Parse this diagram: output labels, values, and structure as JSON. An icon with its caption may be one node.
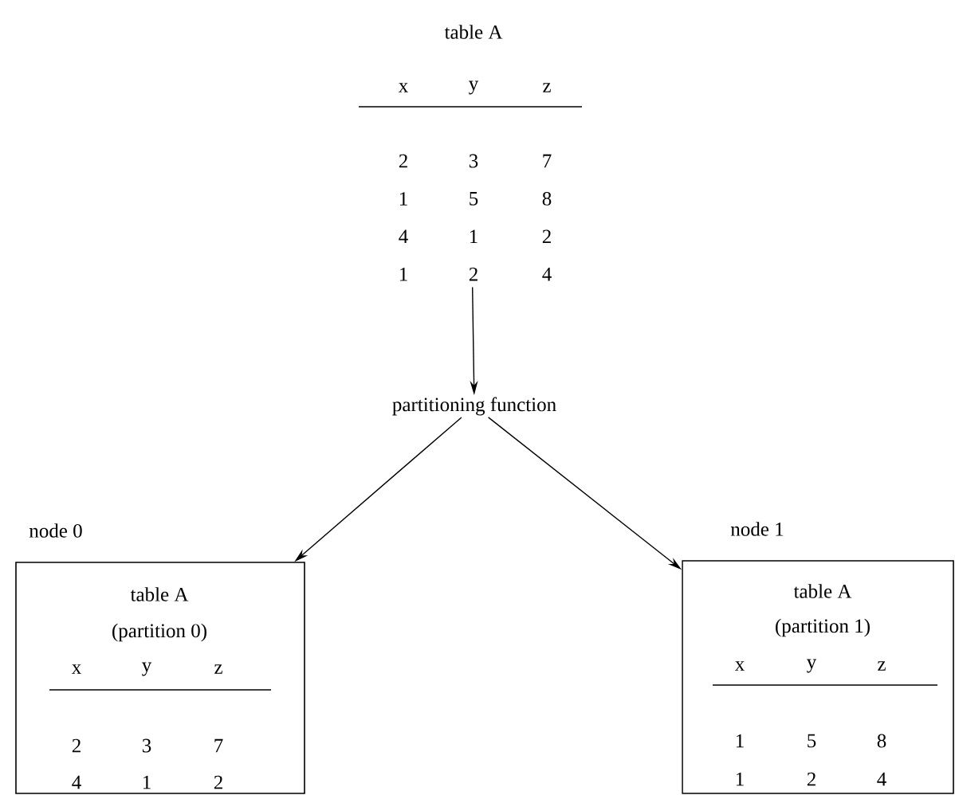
{
  "diagram": {
    "nodes": [
      {
        "text": [
          "table A",
          "x",
          "y",
          "z",
          "2",
          "3",
          "7",
          "1",
          "5",
          "8",
          "4",
          "1",
          "2",
          "1",
          "2",
          "4"
        ]
      },
      {
        "text": [
          "partitioning function"
        ]
      },
      {
        "text": [
          "table A",
          "(partition 0)",
          "x",
          "y",
          "z",
          "2",
          "3",
          "7",
          "4",
          "1",
          "2"
        ],
        "beside": [
          "node 0"
        ]
      },
      {
        "text": [
          "table A",
          "(partition 1)",
          "x",
          "y",
          "z",
          "1",
          "5",
          "8",
          "1",
          "2",
          "4"
        ],
        "beside": [
          "node 1"
        ]
      }
    ],
    "edges": [
      {
        "from": 0,
        "to": 1,
        "arrow": "to"
      },
      {
        "from": 1,
        "to": 2,
        "arrow": "to"
      },
      {
        "from": 1,
        "to": 3,
        "arrow": "to"
      }
    ]
  }
}
